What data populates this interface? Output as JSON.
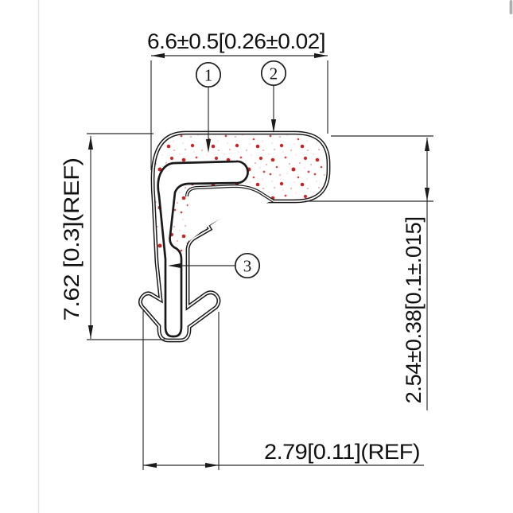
{
  "figure": {
    "kind": "seal-profile-cross-section-drawing",
    "dimensions": {
      "width_top": {
        "label": "6.6±0.5[0.26±0.02]"
      },
      "height_left": {
        "label": "7.62 [0.3](REF)"
      },
      "bulb_height_right": {
        "label": "2.54±0.38[0.1±.015]"
      },
      "stem_width_bottom": {
        "label": "2.79[0.11](REF)"
      }
    },
    "callouts": [
      {
        "number": "1"
      },
      {
        "number": "2"
      },
      {
        "number": "3"
      }
    ],
    "colors": {
      "profile_line": "#1a1a1a",
      "dimension_line": "#2b2b2b",
      "stipple_red": "#d42a2a",
      "background": "#ffffff",
      "page_hairline": "#e4e4e4",
      "scrollbar_thumb": "#b0b0b0"
    }
  }
}
